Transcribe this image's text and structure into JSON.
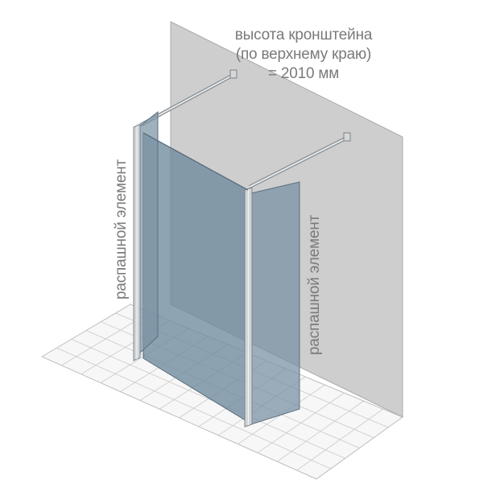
{
  "captions": {
    "height_line1": "высота кронштейна",
    "height_line2": "(по верхнему краю)",
    "height_line3": "= 2010 мм"
  },
  "labels": {
    "left_panel": "распашной элемент",
    "right_panel": "распашной элемент"
  },
  "colors": {
    "wall": "#bdbdbd",
    "glass": "#7d95a6",
    "profile": "#d2d6d8",
    "tile_line": "#c9c9c9",
    "text": "#7a7a7a"
  }
}
